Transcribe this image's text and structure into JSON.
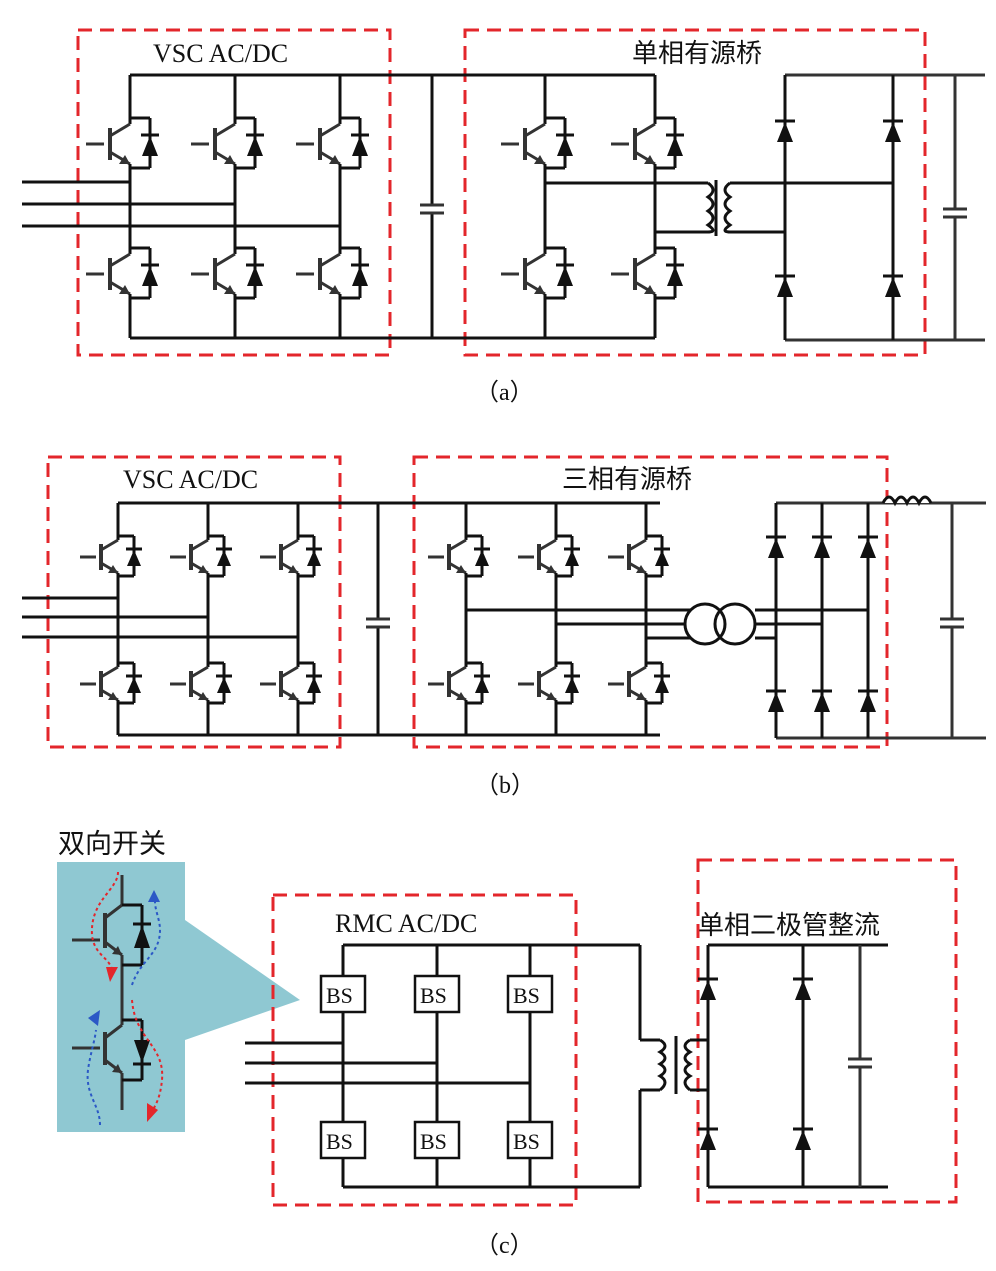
{
  "panels": {
    "a": {
      "caption": "（a）",
      "left_box_label": "VSC AC/DC",
      "right_box_label": "单相有源桥"
    },
    "b": {
      "caption": "（b）",
      "left_box_label": "VSC AC/DC",
      "right_box_label": "三相有源桥"
    },
    "c": {
      "caption": "（c）",
      "inset_label": "双向开关",
      "left_box_label": "RMC AC/DC",
      "right_box_label": "单相二极管整流",
      "switch_label": "BS"
    }
  },
  "colors": {
    "wire": "#111111",
    "device": "#333333",
    "dashed_box": "#e3262b",
    "inset_bg": "#8fc8d2",
    "arrow_red": "#e3262b",
    "arrow_blue": "#2b58c6"
  }
}
